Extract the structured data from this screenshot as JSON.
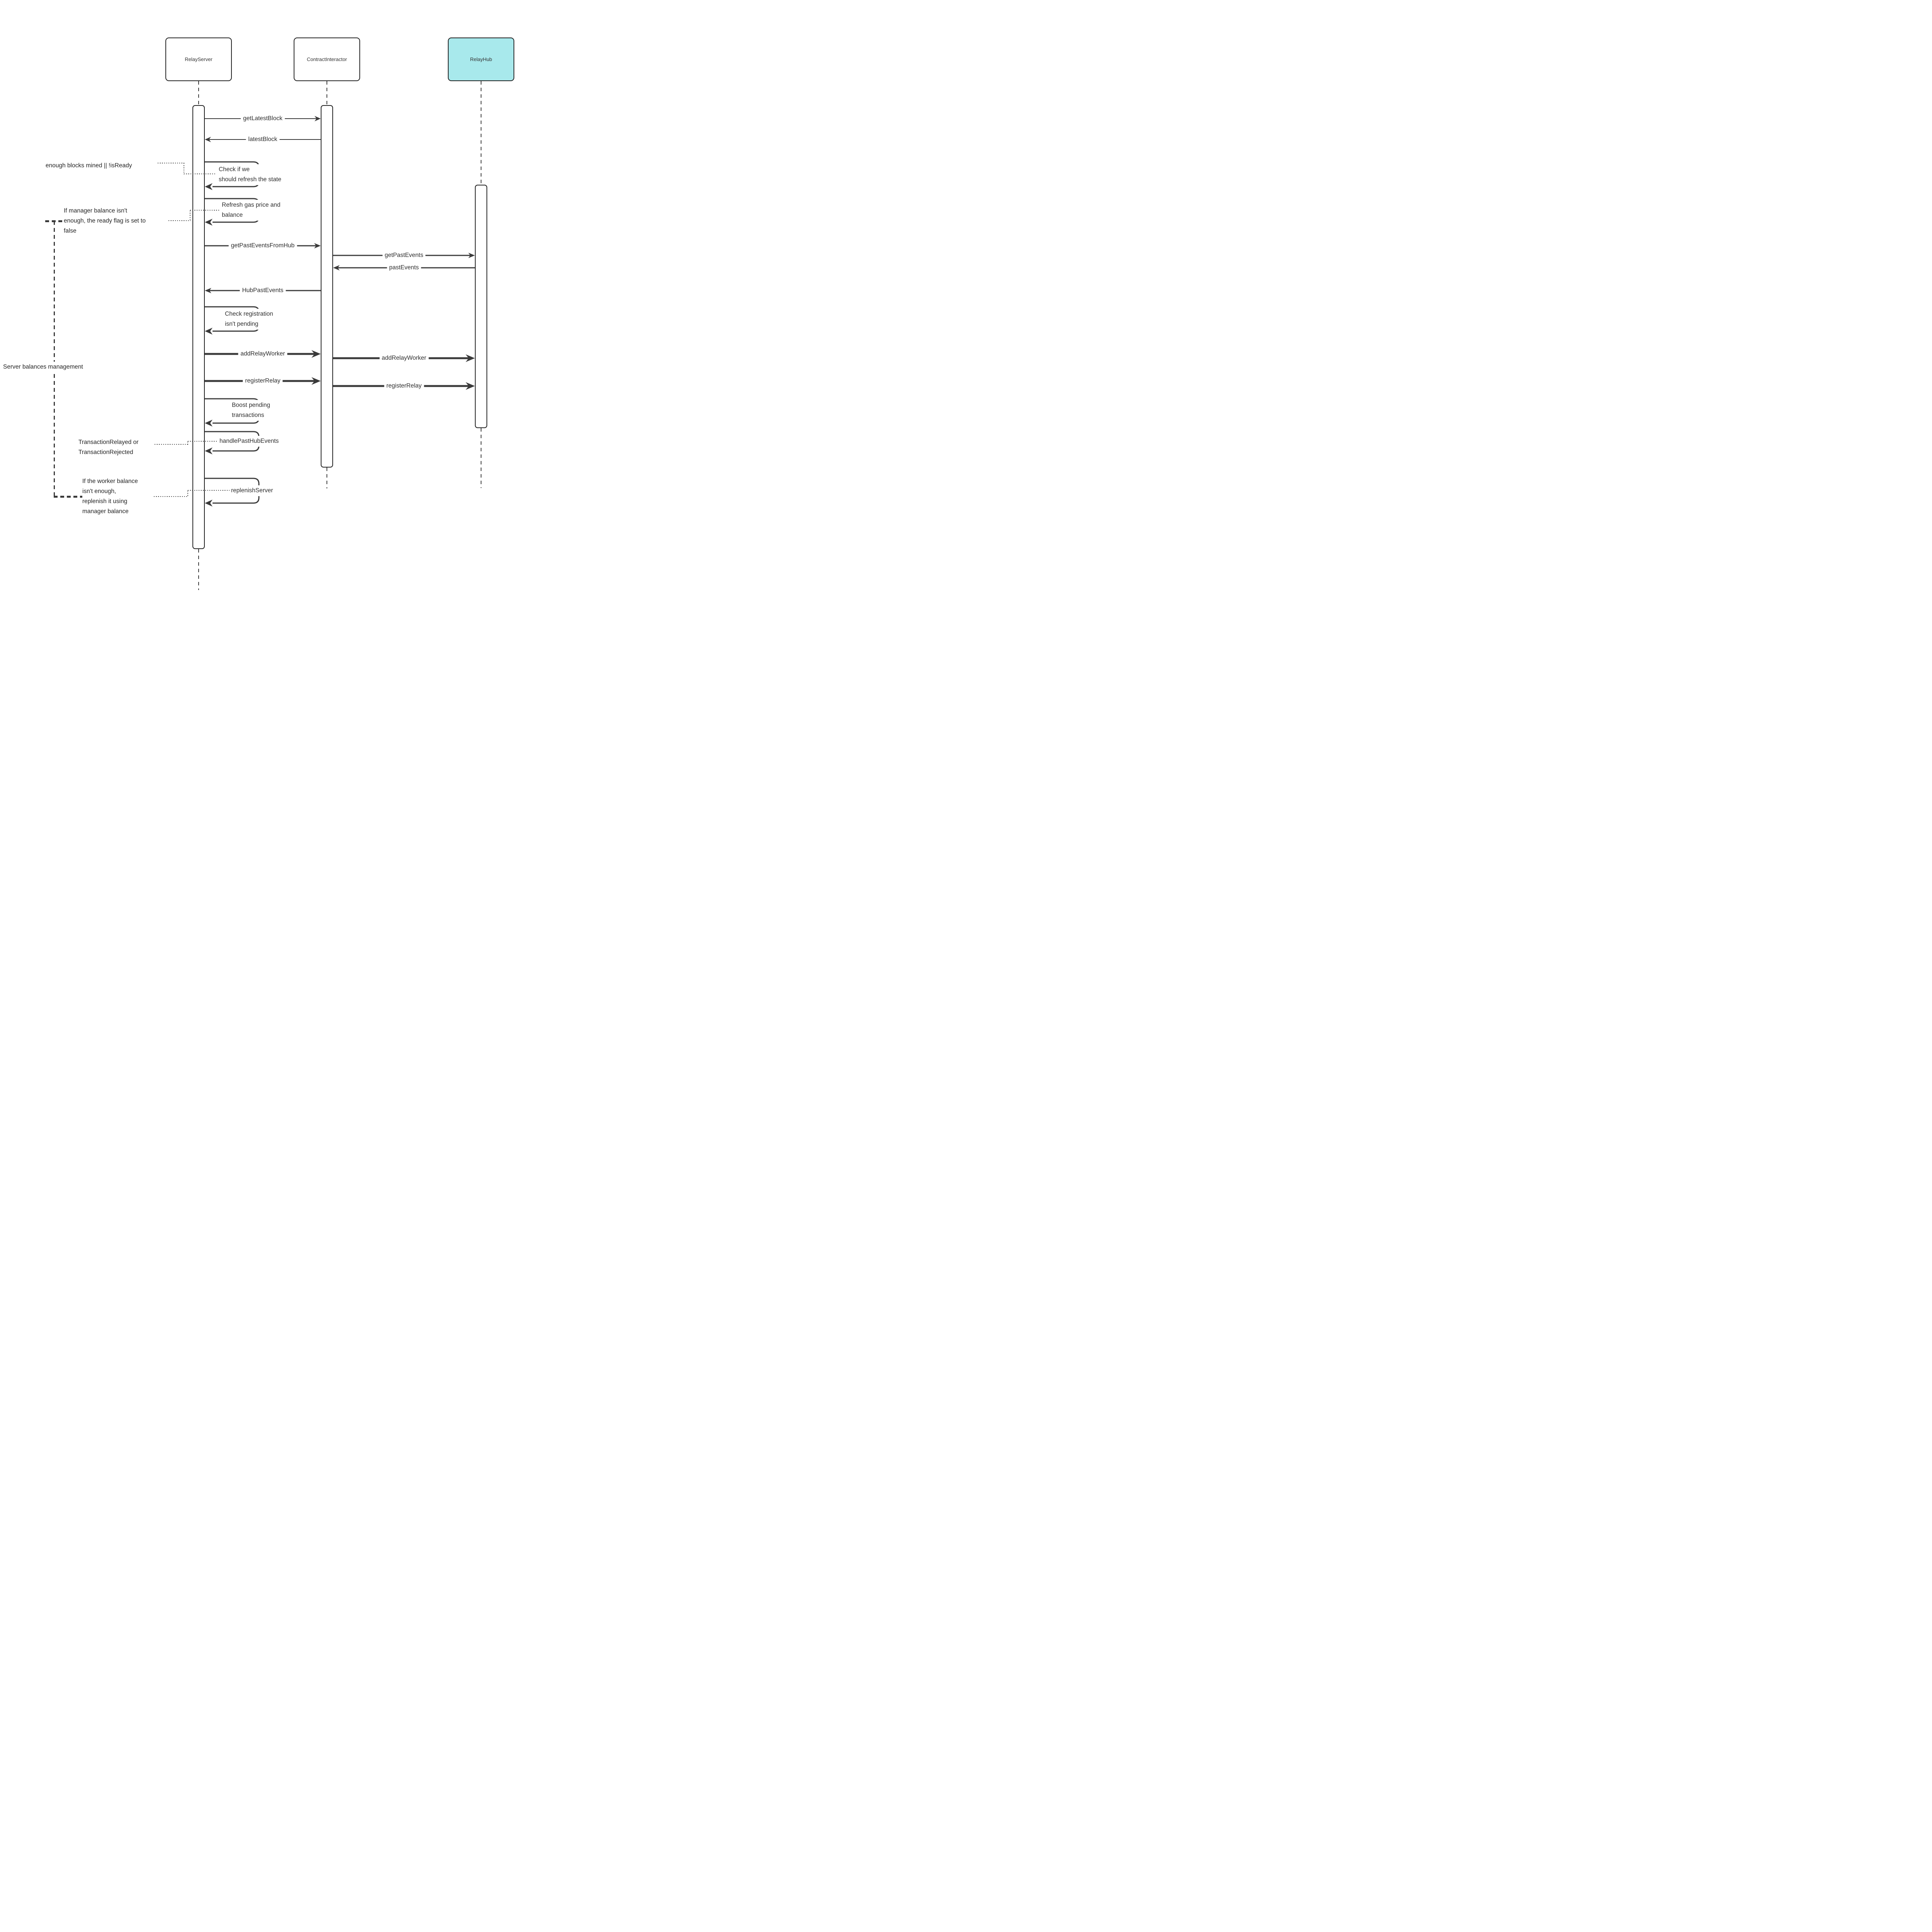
{
  "diagram": {
    "kind": "uml-sequence-diagram"
  },
  "colors": {
    "background": "#ffffff",
    "line": "#3a3a3a",
    "border": "#242424",
    "text": "#2e2e2e",
    "relayhub_fill": "#a8e9ec",
    "participant_fill": "#ffffff"
  },
  "participants": [
    {
      "id": "relay-server",
      "label": "RelayServer"
    },
    {
      "id": "contract-interactor",
      "label": "ContractInteractor"
    },
    {
      "id": "relay-hub",
      "label": "RelayHub"
    }
  ],
  "messages": [
    {
      "label": "getLatestBlock",
      "from": "RelayServer",
      "to": "ContractInteractor",
      "style": "thin"
    },
    {
      "label": "latestBlock",
      "from": "ContractInteractor",
      "to": "RelayServer",
      "style": "thin"
    },
    {
      "label": "getPastEventsFromHub",
      "from": "RelayServer",
      "to": "ContractInteractor",
      "style": "medium"
    },
    {
      "label": "getPastEvents",
      "from": "ContractInteractor",
      "to": "RelayHub",
      "style": "medium"
    },
    {
      "label": "pastEvents",
      "from": "RelayHub",
      "to": "ContractInteractor",
      "style": "medium"
    },
    {
      "label": "HubPastEvents",
      "from": "ContractInteractor",
      "to": "RelayServer",
      "style": "medium"
    },
    {
      "label": "addRelayWorker",
      "from": "RelayServer",
      "to": "ContractInteractor",
      "style": "bold"
    },
    {
      "label": "addRelayWorker",
      "from": "ContractInteractor",
      "to": "RelayHub",
      "style": "bold"
    },
    {
      "label": "registerRelay",
      "from": "RelayServer",
      "to": "ContractInteractor",
      "style": "bold"
    },
    {
      "label": "registerRelay",
      "from": "ContractInteractor",
      "to": "RelayHub",
      "style": "bold"
    }
  ],
  "self_messages": [
    {
      "label": "Check if we\nshould refresh the state",
      "on": "RelayServer"
    },
    {
      "label": "Refresh gas price and\nbalance",
      "on": "RelayServer"
    },
    {
      "label": "Check registration\nisn't pending",
      "on": "RelayServer"
    },
    {
      "label": "Boost pending\ntransactions",
      "on": "RelayServer"
    },
    {
      "label": "handlePastHubEvents",
      "on": "RelayServer"
    },
    {
      "label": "replenishServer",
      "on": "RelayServer"
    }
  ],
  "annotations": [
    {
      "label": "enough blocks mined || !isReady"
    },
    {
      "label": "If manager balance isn't\nenough, the ready flag is set to\nfalse"
    },
    {
      "label": "Server balances management"
    },
    {
      "label": "TransactionRelayed or\nTransactionRejected"
    },
    {
      "label": "If the worker balance\nisn't enough,\nreplenish it using\nmanager balance"
    }
  ]
}
